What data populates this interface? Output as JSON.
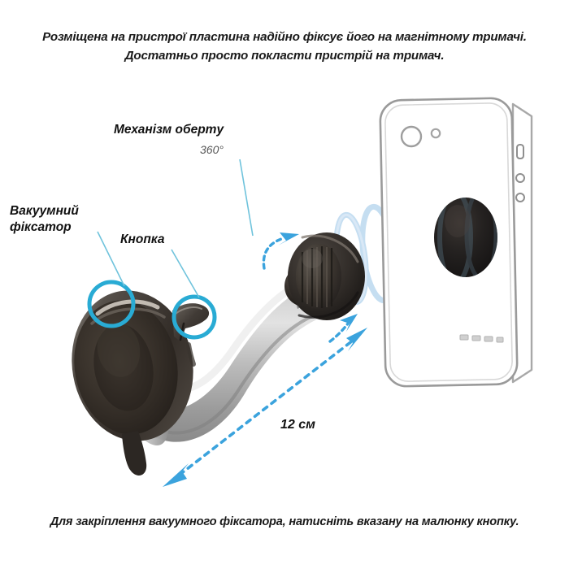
{
  "document": {
    "language": "uk",
    "type": "product-instruction-illustration",
    "background_color": "#ffffff"
  },
  "headline": {
    "line1": "Розміщена на пристрої  пластина надійно фіксує його на магнітному тримачі.",
    "line2": "Достатньо просто покласти пристрій на тримач."
  },
  "footline": {
    "line1": "Для  закріплення вакуумного фіксатора, натисніть вказану на малюнку кнопку."
  },
  "callouts": [
    {
      "id": "rotate",
      "label": "Механізм обертy",
      "sub_label": "360°",
      "target": "ball-joint-swivel-head"
    },
    {
      "id": "vacuum",
      "label": "Вакуумний\nфіксатор",
      "target": "suction-cup"
    },
    {
      "id": "button",
      "label": "Кнопка",
      "target": "release-lever"
    }
  ],
  "dimension": {
    "label": "12 см",
    "measures": "arm-length"
  },
  "colors": {
    "accent_teal": "#29abd4",
    "accent_blue": "#3ba3dd",
    "leader_line": "#6fc3dc",
    "arm_gray": "#b5b5b5",
    "arm_gray_dark": "#8d8d8d",
    "cup_black": "#2c2724",
    "plate_black": "#1f1c1a",
    "phone_outline": "#9a9a9a",
    "magnet_field": "#bcd9ef",
    "text": "#111111"
  },
  "objects": {
    "phone": {
      "name": "smartphone",
      "features": [
        "camera-lens",
        "flash",
        "side-button-mute",
        "side-button-volume-up",
        "side-button-volume-down",
        "magnetic-plate",
        "speaker-grille"
      ]
    },
    "mount": {
      "name": "windshield-suction-mount",
      "features": [
        "suction-cup",
        "release-lever",
        "gooseneck-arm",
        "ball-joint",
        "magnetic-head"
      ]
    },
    "magnetic_field": {
      "name": "magnetic-attraction-helix",
      "loops": 5
    }
  }
}
